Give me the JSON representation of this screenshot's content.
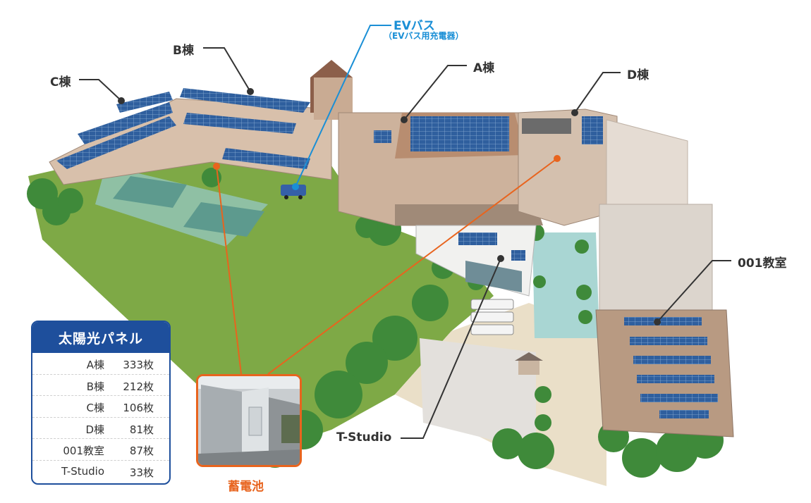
{
  "labels": {
    "ev_bus": "EVバス",
    "ev_bus_sub": "（EVバス用充電器）",
    "b_building": "B棟",
    "a_building": "A棟",
    "c_building": "C棟",
    "d_building": "D棟",
    "room_001": "001教室",
    "t_studio": "T-Studio",
    "battery": "蓄電池"
  },
  "solar_panel_table": {
    "title": "太陽光パネル",
    "rows": [
      {
        "building": "A棟",
        "count": "333枚"
      },
      {
        "building": "B棟",
        "count": "212枚"
      },
      {
        "building": "C棟",
        "count": "106枚"
      },
      {
        "building": "D棟",
        "count": "81枚"
      },
      {
        "building": "001教室",
        "count": "87枚"
      },
      {
        "building": "T-Studio",
        "count": "33枚"
      }
    ]
  },
  "colors": {
    "panel_blue": "#1e4f9c",
    "ev_blue": "#1a8fd6",
    "battery_orange": "#e8641e",
    "leader_gray": "#333333"
  }
}
